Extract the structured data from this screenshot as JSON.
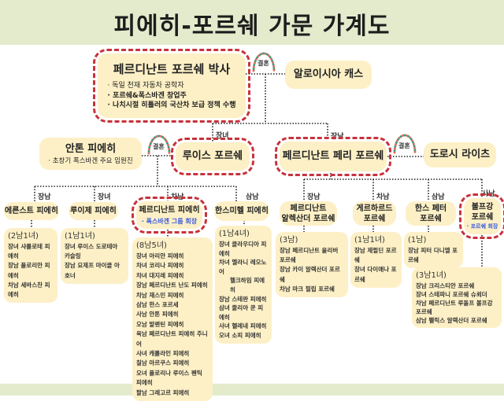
{
  "title": "피에히-포르쉐 가문 가계도",
  "marriage_label": "결혼",
  "ferdinand": {
    "name": "페르디난트 포르쉐 박사",
    "bullets": [
      "· 독일 천재 자동차 공학자",
      "· 포르쉐&폭스바겐 창업주",
      "· 나치시절 히틀러의 국산차 보급 정책 수행"
    ]
  },
  "aloisia": {
    "name": "알로이시아 캐스"
  },
  "anton": {
    "name": "안톤 피에히",
    "note": "· 초창기 폭스바겐 주요 임원진"
  },
  "louise": {
    "name": "루이스 포르쉐",
    "relation": "장녀"
  },
  "ferry": {
    "name": "페르디난트 페리 포르쉐",
    "relation": "장남"
  },
  "dorothy": {
    "name": "도로시 라이츠"
  },
  "piech_children": [
    {
      "relation": "장남",
      "name": "에른스트 피에히",
      "count": "(2남1녀)",
      "kids": [
        "장녀 샤를로테 피에히",
        "장남 플로리안 피에히",
        "차남 세바스찬 피에히"
      ]
    },
    {
      "relation": "장녀",
      "name": "루이제 피에히",
      "count": "(1남1녀)",
      "kids": [
        "장녀 루이스 도로테아 카슬링",
        "장남 요제프 마이클 아호너"
      ]
    },
    {
      "relation": "차남",
      "name": "페르디난트 피에히",
      "note": "· 폭스바겐 그룹 회장",
      "count": "(8남5녀)",
      "kids": [
        "장녀 아리안 피에히",
        "차녀 코리나 피에히",
        "차녀 대지레 피에히",
        "장남 페르디난트 난도 피에히",
        "차남 재스민 피에히",
        "삼남 한스 포르세",
        "사남 안톤 피에히",
        "오남 발렌틴 피에히",
        "육남 페르디난트 피에히 주니어",
        "사녀 캐롤라인 피에히",
        "칠남 마르쿠스 피에히",
        "오녀 플로리나 루이스 펜틱 피에히",
        "팔남 그레고르 피에히"
      ]
    },
    {
      "relation": "삼남",
      "name": "한스미헬 피에히",
      "count": "(1남4녀)",
      "kids": [
        "장녀 클라우디아 피에히",
        "차녀 멜라니 레오노어",
        "헬크하임 피에히",
        "장남 스테판 피에히",
        "삼녀 줄리아 쿤 피에히",
        "사녀 헬레네 피에히",
        "오녀 소피 피에히"
      ]
    }
  ],
  "porsche_children": [
    {
      "relation": "장남",
      "name": "페르디난트 알렉산더 포르쉐",
      "name_lines": [
        "페르디난트",
        "알렉산더 포르쉐"
      ],
      "count": "(3남)",
      "kids": [
        "장남 페르디난트 올리버 포르쉐",
        "장남 카이 알렉산더 포르쉐",
        "차남 마크 필립 포르쉐"
      ]
    },
    {
      "relation": "차남",
      "name_lines": [
        "게르하르드",
        "포르쉐"
      ],
      "count": "(1남1녀)",
      "kids": [
        "장남 제럴딘 포르쉐",
        "장녀 다이애나 포르쉐"
      ]
    },
    {
      "relation": "삼남",
      "name_lines": [
        "한스 페터",
        "포르쉐"
      ],
      "count": "(1남)",
      "kids": [
        "장남 피터 다니엘 포르쉐"
      ]
    },
    {
      "relation": "사남",
      "name_lines": [
        "볼프강",
        "포르쉐"
      ],
      "note": "· 포르쉐 회장",
      "count": "(3남1녀)",
      "kids": [
        "장남 크리스티안 포르쉐",
        "장녀 스테파니 포르쉐 슈뢰더",
        "차남 페르디난트 루돌프 볼프강 포르쉐",
        "삼남 펠릭스 알렉산더 포르쉐"
      ]
    }
  ],
  "colors": {
    "band": "#e3ebcc",
    "card": "#fdf0c6",
    "dash": "#c8323a",
    "accent": "#3a5adf"
  }
}
